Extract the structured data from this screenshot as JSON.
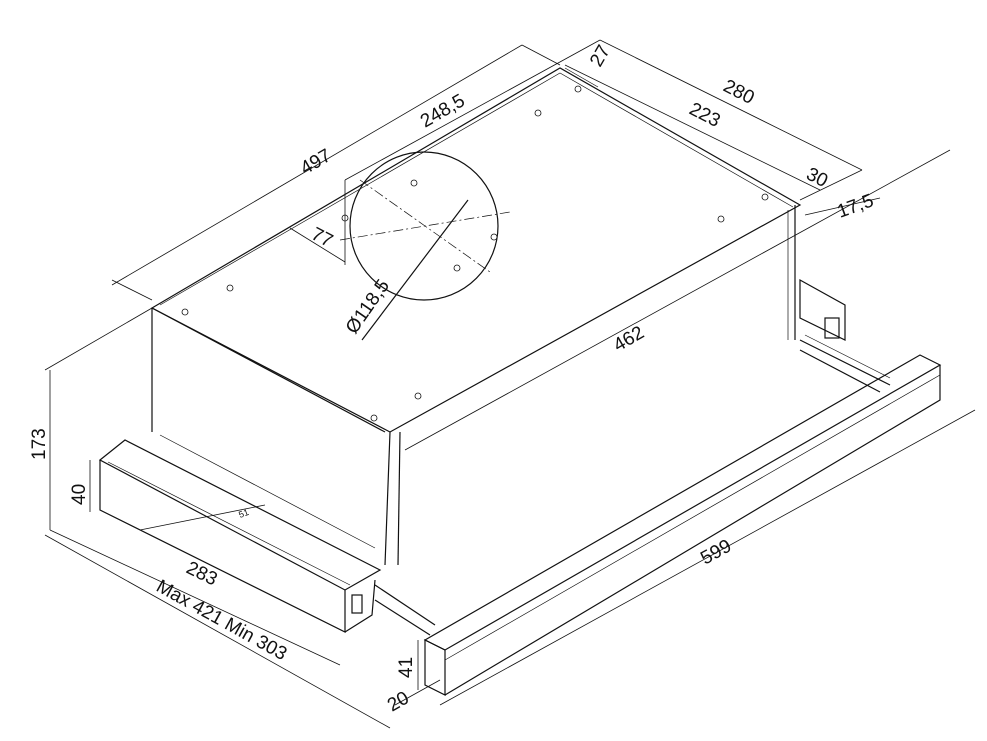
{
  "drawing": {
    "labels": {
      "overall_depth": "497",
      "half_depth": "248,5",
      "rear_offset": "27",
      "overall_width": "280",
      "inner_width": "223",
      "side_offset": "30",
      "flange": "17,5",
      "outlet_offset": "77",
      "outlet_diameter": "Ø118,5",
      "body_length": "462",
      "height": "173",
      "drawer_height": "40",
      "drawer_depth": "283",
      "extension_range": "Max 421 Min 303",
      "front_width": "599",
      "front_height": "41",
      "front_thickness": "20",
      "small_dim": "51"
    }
  }
}
